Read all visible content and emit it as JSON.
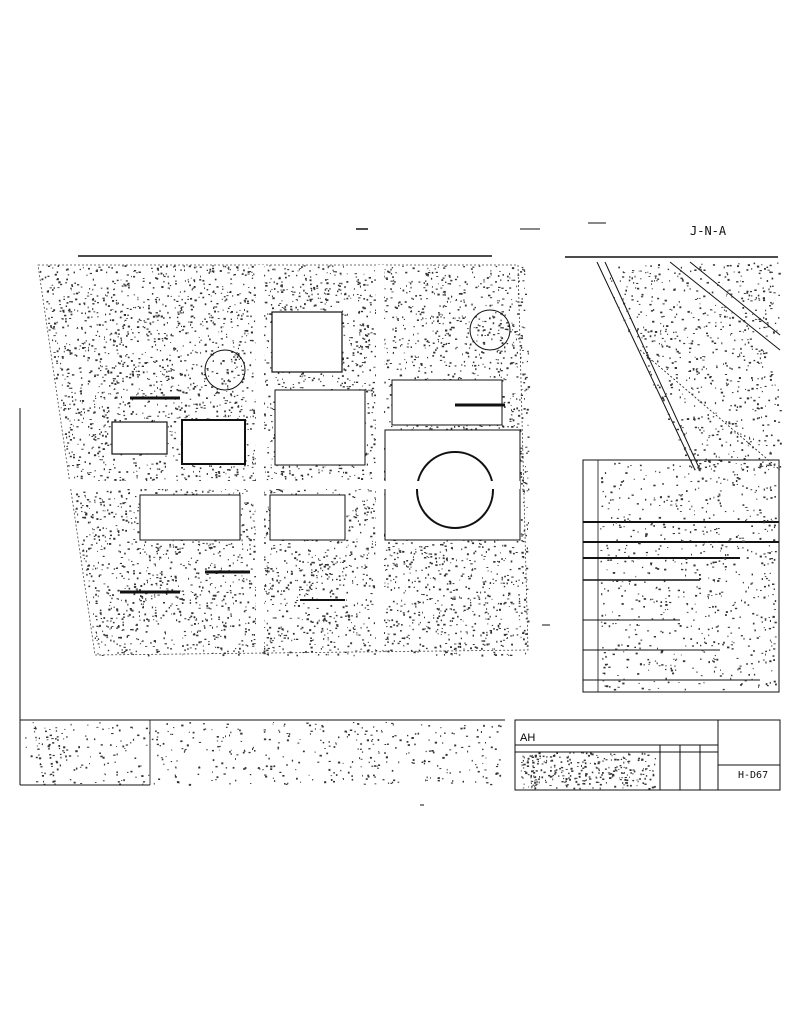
{
  "document": {
    "sheet_id": "J-N-A",
    "title_block_code": "AH",
    "revision_mark": "H-D67",
    "colors": {
      "ink": "#111111",
      "paper": "#ffffff"
    }
  }
}
